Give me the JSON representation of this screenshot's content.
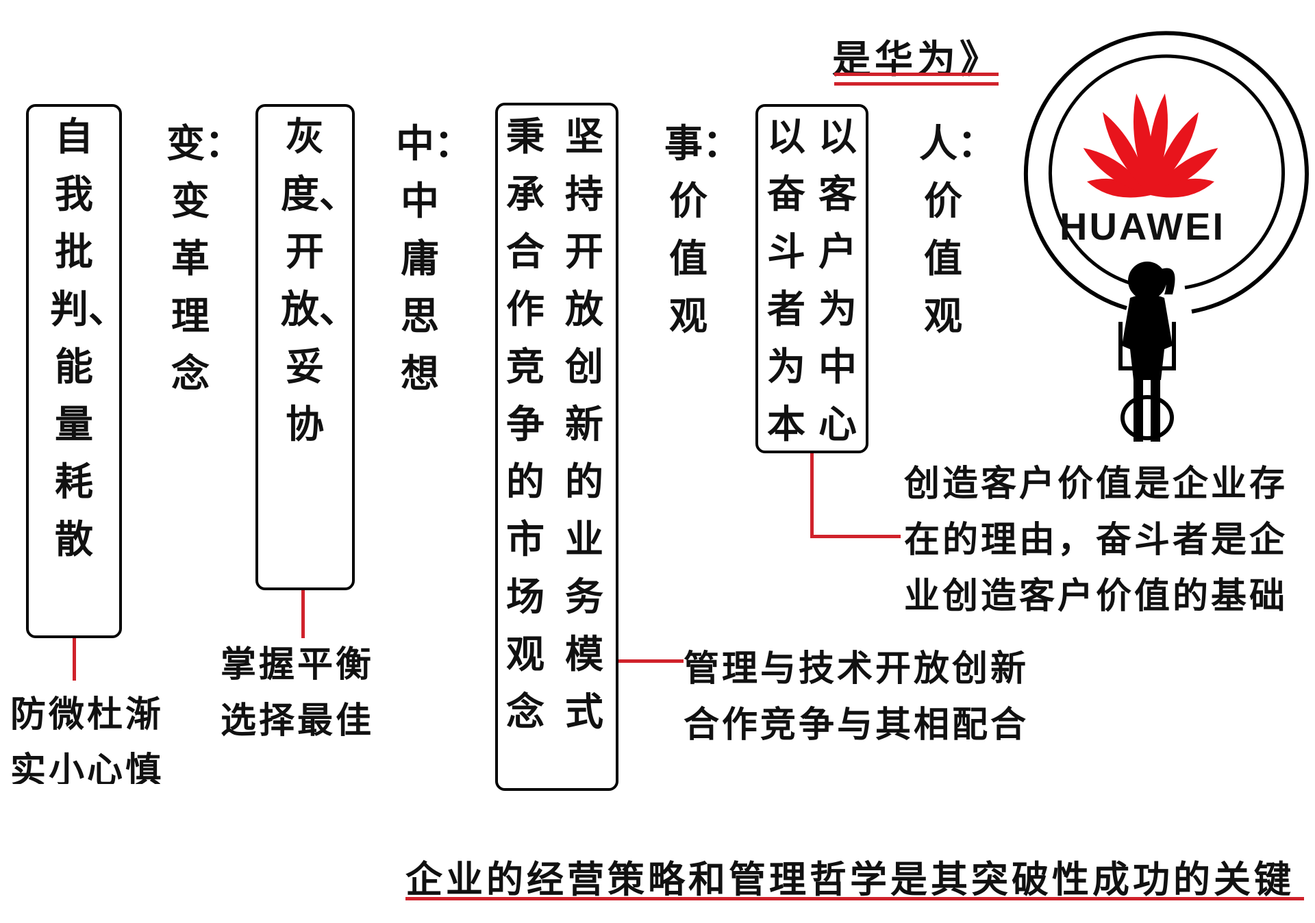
{
  "header": {
    "book_title": "是华为》"
  },
  "logo": {
    "brand_text": "HUAWEI",
    "brand_color": "#e8141c"
  },
  "columns": {
    "self_critique": "自我批判、能量耗散",
    "change_label": "变：变革理念",
    "grey": "灰度、开放、妥协",
    "middle_label": "中：中庸思想",
    "openness_right": "坚持开放创新的业务模式",
    "openness_left": "秉承合作竞争的市场观念",
    "matter_label": "事：价值观",
    "customer_right": "以客户为中心",
    "customer_left": "以奋斗者为本",
    "people_label": "人：价值观"
  },
  "notes": {
    "prevent_line1": "防微杜渐",
    "prevent_line2": "实小心慎",
    "balance_line1": "掌握平衡",
    "balance_line2": "选择最佳",
    "mgmt_line1": "管理与技术开放创新",
    "mgmt_line2": "合作竞争与其相配合",
    "value_line1": "创造客户价值是企业存",
    "value_line2": "在的理由，奋斗者是企",
    "value_line3": "业创造客户价值的基础"
  },
  "footer": {
    "conclusion": "企业的经营策略和管理哲学是其突破性成功的关键"
  },
  "colors": {
    "accent_red": "#d0222b",
    "text": "#111111",
    "border": "#000000"
  }
}
